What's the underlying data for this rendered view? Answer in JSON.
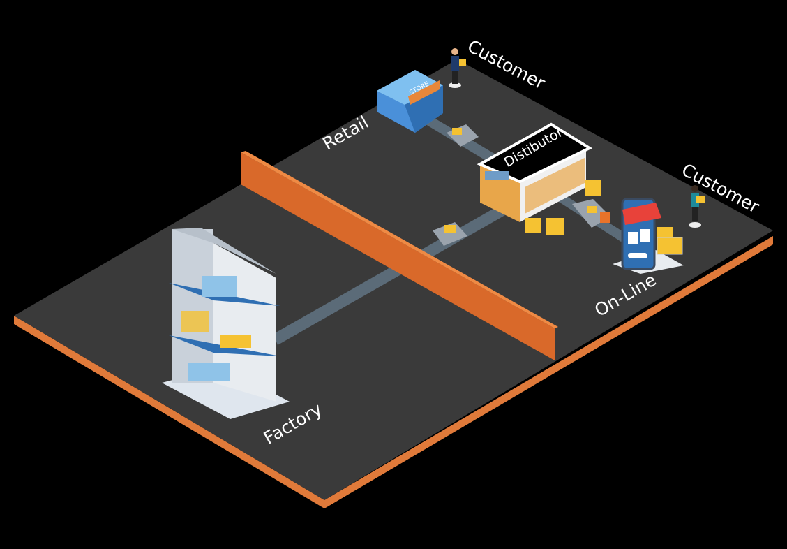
{
  "labels": {
    "customer_top": "Customer",
    "retail": "Retail",
    "distributor": "Distibutor",
    "customer_right": "Customer",
    "online": "On-Line",
    "factory": "Factory",
    "store_sign": "STORE"
  },
  "colors": {
    "background": "#000000",
    "board": "#3a3a3a",
    "board_edge": "#e07a3a",
    "wall": "#d9692a",
    "road": "#5b6b78",
    "box": "#f5c232",
    "building_blue": "#2f6fb3",
    "warehouse": "#e8a64a"
  }
}
